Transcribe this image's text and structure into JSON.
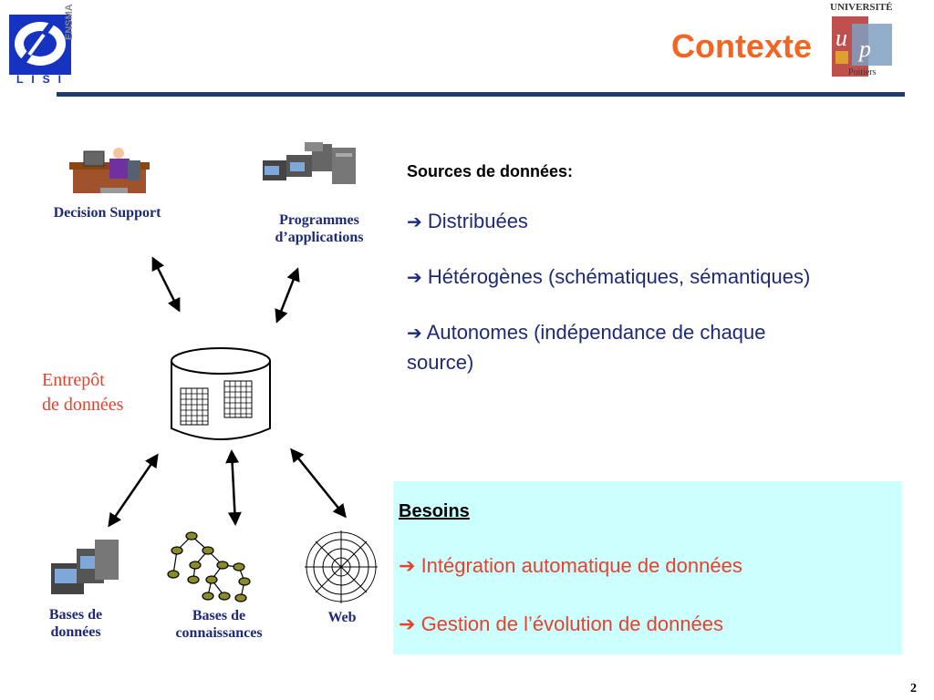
{
  "header": {
    "title": "Contexte",
    "logo_left": {
      "text": "LISI",
      "side_text": "ENSMA",
      "icon": "lisi-logo-icon"
    },
    "logo_right": {
      "text_top": "UNIVERSITÉ",
      "text_bottom": "Poitiers",
      "icon": "univ-poitiers-logo-icon"
    },
    "rule_color": "#1e3a6e",
    "title_color": "#f26522"
  },
  "diagram": {
    "center_label_line1": "Entrepôt",
    "center_label_line2": "de données",
    "nodes": {
      "decision_support": "Decision Support",
      "programmes_line1": "Programmes",
      "programmes_line2": "d’applications",
      "bases_line1": "Bases de",
      "bases_line2": "données",
      "connaissances_line1": "Bases de",
      "connaissances_line2": "connaissances",
      "web": "Web"
    }
  },
  "sources": {
    "heading": "Sources de données:",
    "arrow": "➔",
    "items": [
      "Distribuées",
      "Hétérogènes (schématiques, sémantiques)",
      "Autonomes (indépendance de chaque",
      "source)"
    ]
  },
  "besoins": {
    "heading": "Besoins",
    "arrow": "➔",
    "items": [
      "Intégration automatique de données",
      "Gestion de l’évolution de données"
    ],
    "bg_color": "#ccffff",
    "text_color": "#e8412c"
  },
  "footer": {
    "page_number": "2"
  }
}
